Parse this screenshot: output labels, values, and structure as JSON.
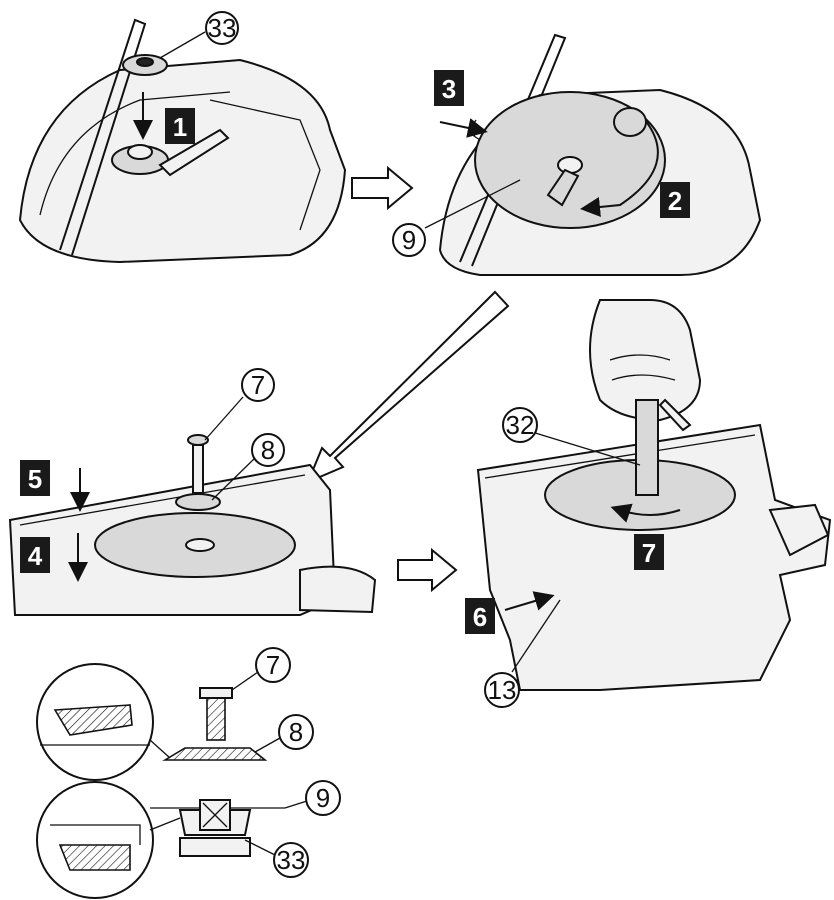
{
  "callouts": {
    "c33_top": "33",
    "c9_mid": "9",
    "c7_mid": "7",
    "c8_mid": "8",
    "c32": "32",
    "c13": "13",
    "c7_bot": "7",
    "c8_bot": "8",
    "c9_bot": "9",
    "c33_bot": "33"
  },
  "steps": {
    "s1": "1",
    "s2": "2",
    "s3": "3",
    "s4": "4",
    "s5": "5",
    "s6": "6",
    "s7": "7"
  },
  "colors": {
    "ink": "#111111",
    "step_box": "#1a1a1a",
    "paper": "#ffffff"
  }
}
